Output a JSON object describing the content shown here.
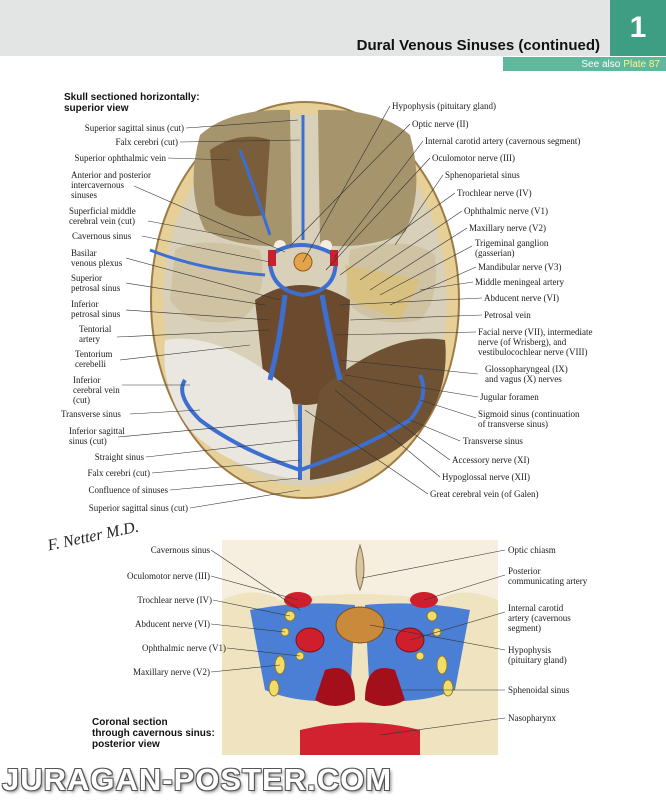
{
  "header": {
    "title": "Dural Venous Sinuses (continued)",
    "section_number": "1",
    "see_also_prefix": "See also",
    "see_also_plate": "Plate 87"
  },
  "figure_top": {
    "caption": "Skull sectioned horizontally:\nsuperior view",
    "labels_left": [
      "Superior sagittal sinus (cut)",
      "Falx cerebri (cut)",
      "Superior ophthalmic vein",
      "Anterior and posterior\nintercavernous\nsinuses",
      "Superficial middle\ncerebral vein (cut)",
      "Cavernous sinus",
      "Basilar\nvenous plexus",
      "Superior\npetrosal sinus",
      "Inferior\npetrosal sinus",
      "Tentorial\nartery",
      "Tentorium\ncerebelli",
      "Inferior\ncerebral vein\n(cut)",
      "Transverse sinus",
      "Inferior sagittal\nsinus (cut)",
      "Straight sinus",
      "Falx cerebri (cut)",
      "Confluence of sinuses",
      "Superior sagittal sinus (cut)"
    ],
    "labels_right": [
      "Hypophysis (pituitary gland)",
      "Optic nerve (II)",
      "Internal carotid artery (cavernous segment)",
      "Oculomotor nerve (III)",
      "Sphenoparietal sinus",
      "Trochlear nerve (IV)",
      "Ophthalmic nerve (V1)",
      "Maxillary nerve (V2)",
      "Trigeminal ganglion\n(gasserian)",
      "Mandibular nerve (V3)",
      "Middle meningeal artery",
      "Abducent nerve (VI)",
      "Petrosal vein",
      "Facial nerve (VII), intermediate\nnerve (of Wrisberg), and\nvestibulocochlear nerve (VIII)",
      "Glossopharyngeal (IX)\nand vagus (X) nerves",
      "Jugular foramen",
      "Sigmoid sinus (continuation\nof transverse sinus)",
      "Transverse sinus",
      "Accessory nerve (XI)",
      "Hypoglossal nerve (XII)",
      "Great cerebral vein (of Galen)"
    ]
  },
  "figure_bottom": {
    "caption": "Coronal section\nthrough cavernous sinus:\nposterior view",
    "labels_left": [
      "Cavernous sinus",
      "Oculomotor nerve (III)",
      "Trochlear nerve (IV)",
      "Abducent nerve (VI)",
      "Ophthalmic nerve (V1)",
      "Maxillary nerve (V2)"
    ],
    "labels_right": [
      "Optic chiasm",
      "Posterior\ncommunicating artery",
      "Internal carotid\nartery (cavernous\nsegment)",
      "Hypophysis\n(pituitary gland)",
      "Sphenoidal sinus",
      "Nasopharynx"
    ]
  },
  "signature": "F. Netter M.D.",
  "watermark": "JURAGAN-POSTER.COM",
  "colors": {
    "header_band": "#e3e5e4",
    "section_tab": "#3e9e83",
    "see_also_band": "#5fb89c",
    "venous_blue": "#3d6fd1",
    "artery_red": "#c8202e",
    "nerve_yellow": "#f2dc6a",
    "bone": "#ead7a6"
  }
}
